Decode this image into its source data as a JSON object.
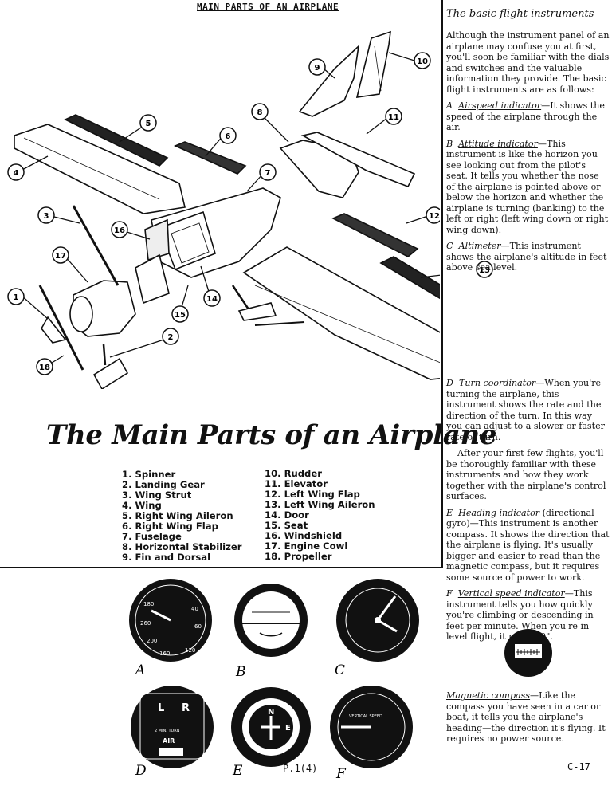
{
  "header": {
    "title": "MAIN PARTS OF AN AIRPLANE"
  },
  "diagram": {
    "callouts": [
      "1",
      "2",
      "3",
      "4",
      "5",
      "6",
      "7",
      "8",
      "9",
      "10",
      "11",
      "12",
      "13",
      "14",
      "15",
      "16",
      "17",
      "18"
    ]
  },
  "big_title": "The Main Parts of an Airplane",
  "parts_col1": [
    "1. Spinner",
    "2. Landing Gear",
    "3. Wing Strut",
    "4. Wing",
    "5. Right Wing Aileron",
    "6. Right Wing Flap",
    "7. Fuselage",
    "8. Horizontal Stabilizer",
    "9. Fin and Dorsal"
  ],
  "parts_col2": [
    "10. Rudder",
    "11. Elevator",
    "12. Left Wing Flap",
    "13. Left Wing Aileron",
    "14. Door",
    "15. Seat",
    "16. Windshield",
    "17. Engine Cowl",
    "18. Propeller"
  ],
  "right": {
    "heading": "The basic flight instruments",
    "intro": "Although the instrument panel of an airplane may confuse you at first, you'll soon be familiar with the dials and switches and the valuable information they provide. The basic flight instruments are as follows:",
    "a_letter": "A",
    "a_term": "Airspeed indicator",
    "a_text": "—It shows the speed of the airplane through the air.",
    "b_letter": "B",
    "b_term": "Attitude indicator",
    "b_text": "—This instrument is like the horizon you see looking out from the pilot's seat. It tells you whether the nose of the airplane is pointed above or below the horizon and whether the airplane is turning (banking) to the left or right (left wing down or right wing down).",
    "c_letter": "C",
    "c_term": "Altimeter",
    "c_text": "—This instrument shows the airplane's altitude in feet above sea level.",
    "d_letter": "D",
    "d_term": "Turn coordinator",
    "d_text": "—When you're turning the airplane, this instrument shows the rate and the direction of the turn. In this way you can adjust to a slower or faster rate of turn.",
    "after": "After your first few flights, you'll be thoroughly familiar with these instruments and how they work together with the airplane's control surfaces.",
    "e_letter": "E",
    "e_term": "Heading indicator",
    "e_text": " (directional gyro)—This instrument is another compass. It shows the direction that the airplane is flying. It's usually bigger and easier to read than the magnetic compass, but it requires some source of power to work.",
    "f_letter": "F",
    "f_term": "Vertical speed indicator",
    "f_text": "—This instrument tells you how quickly you're climbing or descending in feet per minute. When you're in level flight, it reads \"0\".",
    "mc_term": "Magnetic compass",
    "mc_text": "—Like the compass you have seen in a car or boat, it tells you the airplane's heading—the direction it's flying. It requires no power source."
  },
  "gauges": {
    "labels": [
      "A",
      "B",
      "C",
      "D",
      "E",
      "F"
    ],
    "airspeed_ticks": [
      "180",
      "260",
      "200",
      "160",
      "120",
      "40",
      "60"
    ],
    "turn_letters": [
      "L",
      "R"
    ],
    "turn_label": "2 MIN. TURN",
    "turn_air": "AIR",
    "vsi_label": "VERTICAL SPEED",
    "heading_letters": [
      "N",
      "E"
    ]
  },
  "footer": {
    "page_ref": "P.1(4)",
    "page_num": "C-17"
  }
}
